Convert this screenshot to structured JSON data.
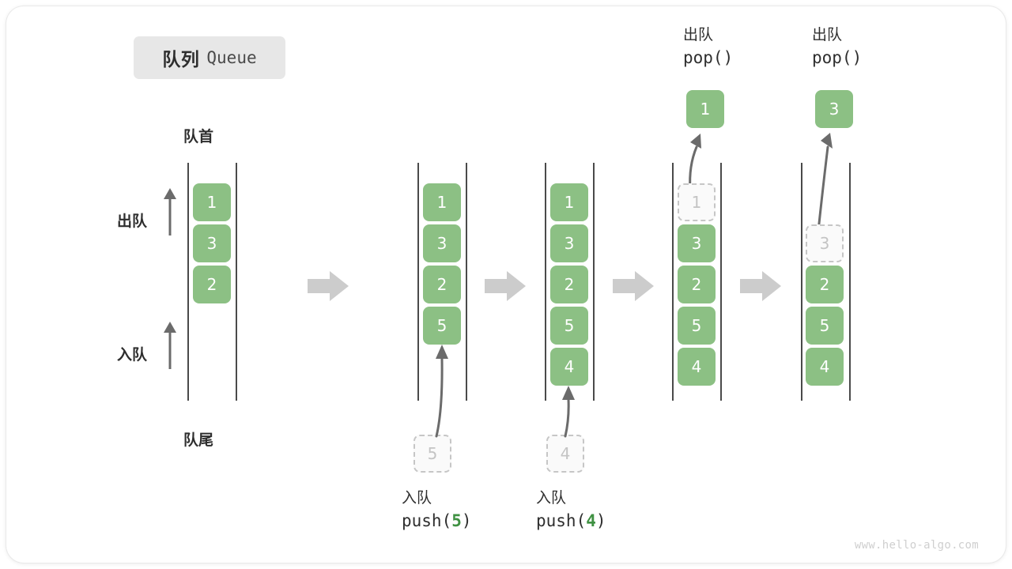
{
  "title": {
    "cn": "队列",
    "en": "Queue"
  },
  "labels": {
    "front": "队首",
    "rear": "队尾",
    "dequeue": "出队",
    "enqueue": "入队"
  },
  "colors": {
    "element_green": "#8cc084",
    "accent_green": "#3f9142",
    "ghost_gray": "#c4c4c4",
    "rail_gray": "#4a4a4a",
    "arrow_gray": "#c6c6c6",
    "badge_bg": "#e7e7e7"
  },
  "stages": [
    {
      "id": "stage-initial",
      "items": [
        "1",
        "3",
        "2"
      ],
      "ghost_slots": []
    },
    {
      "id": "stage-push-5",
      "items": [
        "1",
        "3",
        "2",
        "5"
      ],
      "ghost_slots": [],
      "incoming": {
        "value": "5",
        "caption_cn": "入队",
        "caption_fn": "push(",
        "caption_arg": "5",
        "caption_close": ")"
      }
    },
    {
      "id": "stage-push-4",
      "items": [
        "1",
        "3",
        "2",
        "5",
        "4"
      ],
      "ghost_slots": [],
      "incoming": {
        "value": "4",
        "caption_cn": "入队",
        "caption_fn": "push(",
        "caption_arg": "4",
        "caption_close": ")"
      }
    },
    {
      "id": "stage-pop-1",
      "items": [
        "3",
        "2",
        "5",
        "4"
      ],
      "ghost_slots": [
        {
          "value": "1",
          "slot": 0
        }
      ],
      "outgoing": {
        "value": "1",
        "caption_cn": "出队",
        "caption_fn": "pop()"
      }
    },
    {
      "id": "stage-pop-3",
      "items": [
        "2",
        "5",
        "4"
      ],
      "ghost_slots": [
        {
          "value": "3",
          "slot": 1
        }
      ],
      "outgoing": {
        "value": "3",
        "caption_cn": "出队",
        "caption_fn": "pop()"
      }
    }
  ],
  "watermark": "www.hello-algo.com"
}
